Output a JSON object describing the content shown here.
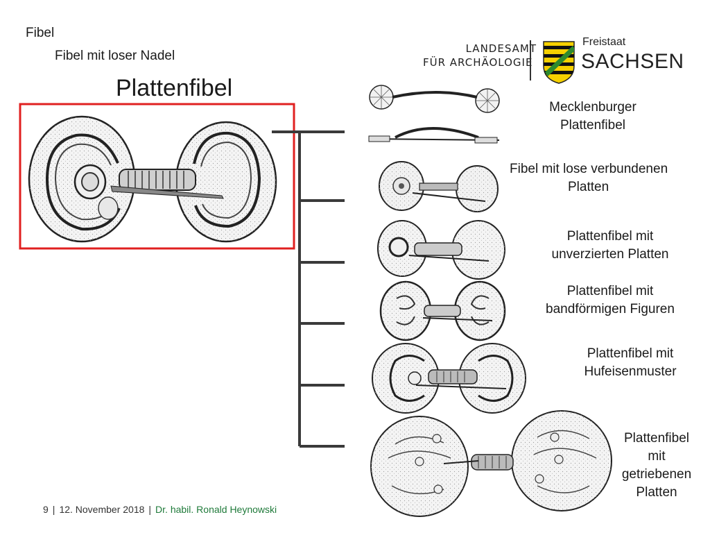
{
  "breadcrumb": {
    "level1": "Fibel",
    "level2": "Fibel mit loser Nadel"
  },
  "title": "Plattenfibel",
  "logo": {
    "landesamt_line1": "LANDESAMT",
    "landesamt_line2": "FÜR ARCHÄOLOGIE",
    "freistaat": "Freistaat",
    "sachsen": "SACHSEN"
  },
  "types": [
    {
      "line1": "Mecklenburger",
      "line2": "Plattenfibel"
    },
    {
      "line1": "Fibel mit lose verbundenen",
      "line2": "Platten"
    },
    {
      "line1": "Plattenfibel mit",
      "line2": "unverzierten Platten"
    },
    {
      "line1": "Plattenfibel mit",
      "line2": "bandförmigen Figuren"
    },
    {
      "line1": "Plattenfibel mit",
      "line2": "Hufeisenmuster"
    },
    {
      "line1": "Plattenfibel",
      "line2": "mit",
      "line3": "getriebenen",
      "line4": "Platten"
    }
  ],
  "footer": {
    "page": "9",
    "date": "12. November 2018",
    "author": "Dr. habil. Ronald Heynowski"
  },
  "colors": {
    "highlight": "#e02020",
    "tree": "#3a3a3a",
    "author": "#1f7a3a"
  }
}
